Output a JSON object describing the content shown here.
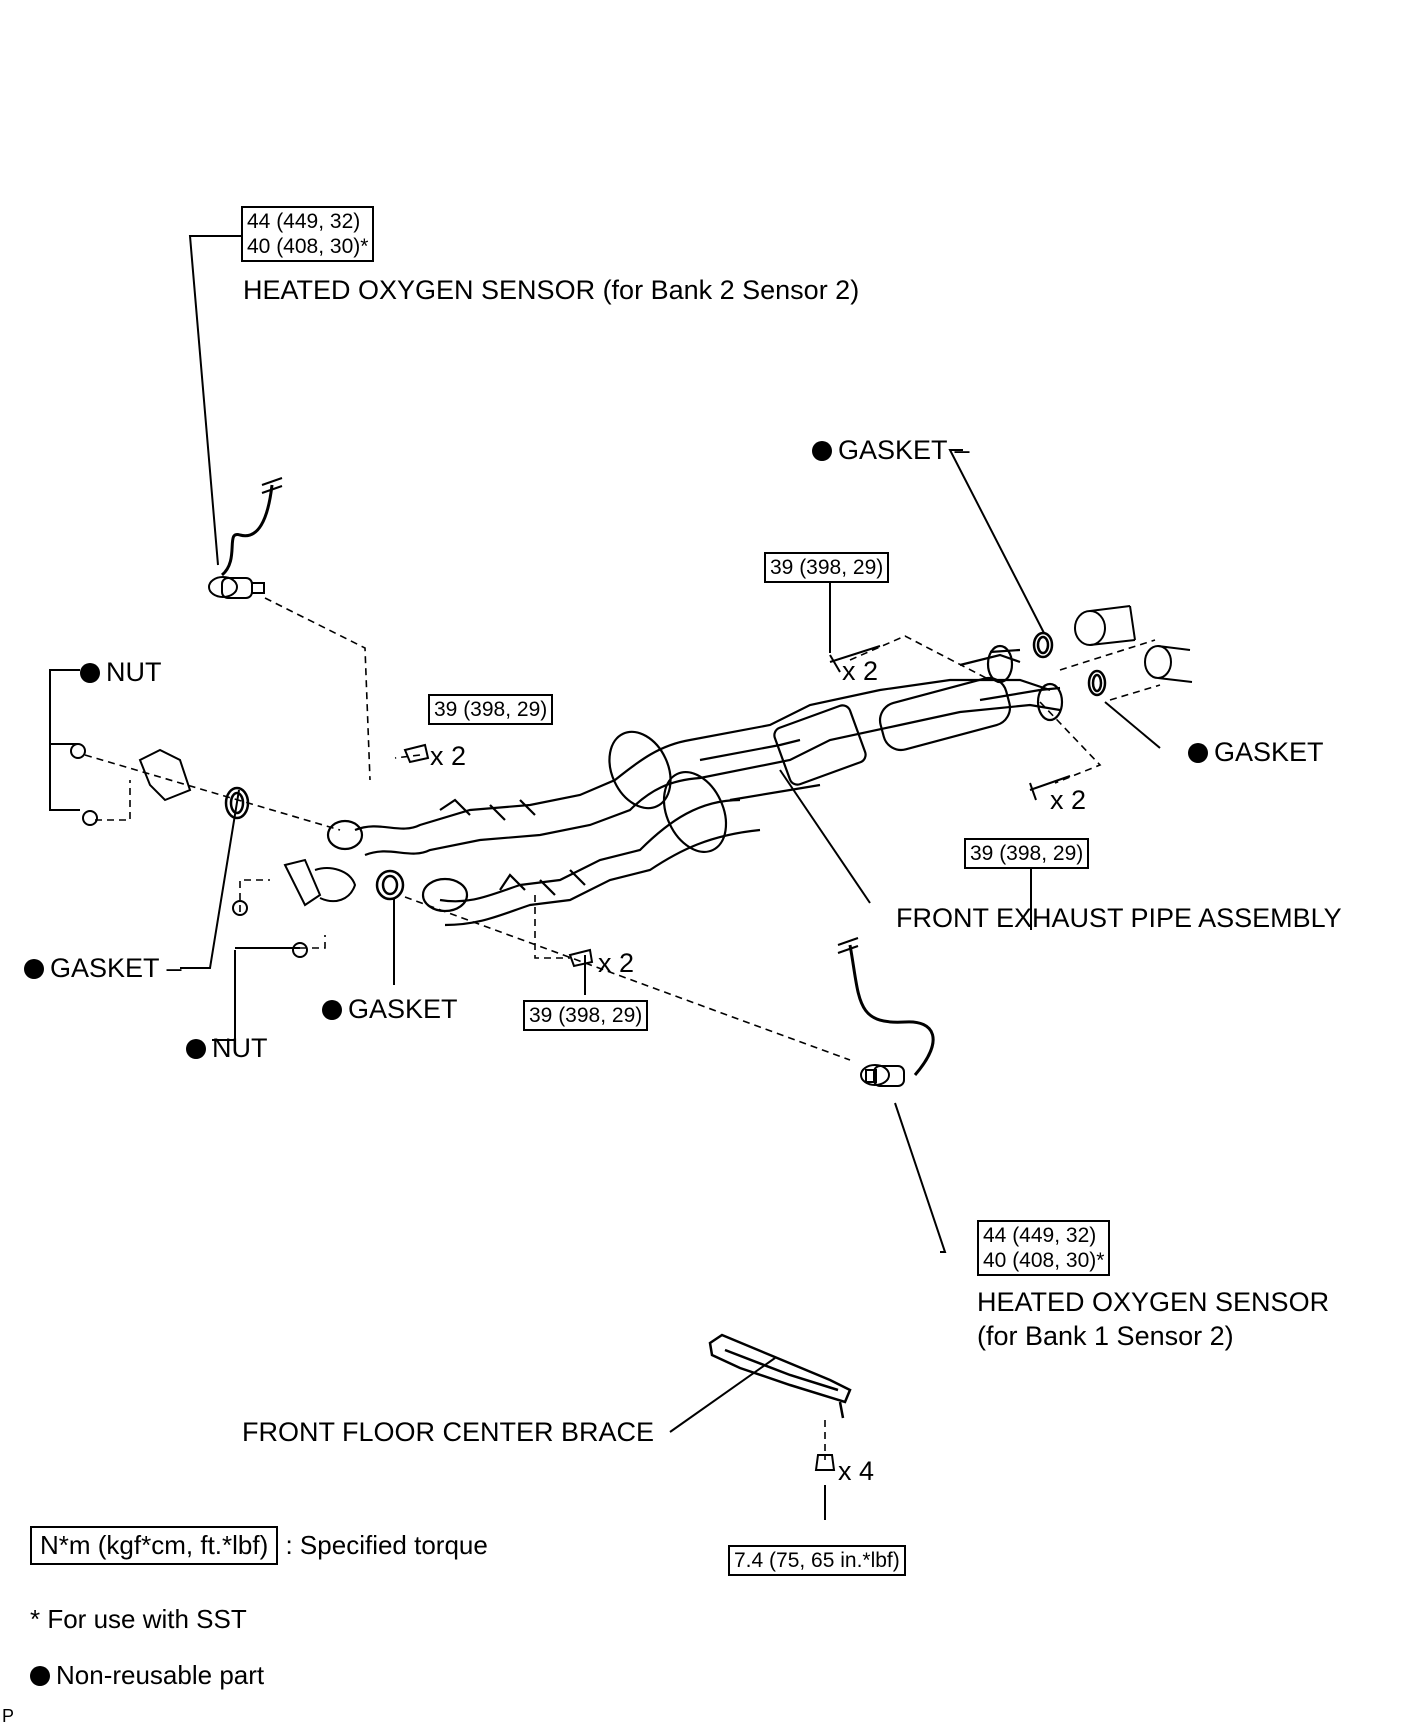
{
  "torque": {
    "sensor_bank2": [
      "44 (449, 32)",
      "40 (408, 30)*"
    ],
    "sensor_bank1": [
      "44 (449, 32)",
      "40 (408, 30)*"
    ],
    "upper_right_bolt": "39 (398, 29)",
    "left_upper_bolt": "39 (398, 29)",
    "right_lower_bolt": "39 (398, 29)",
    "left_lower_bolt": "39 (398, 29)",
    "brace_bolt": "7.4 (75, 65 in.*lbf)"
  },
  "labels": {
    "sensor_bank2": "HEATED OXYGEN SENSOR (for Bank 2 Sensor 2)",
    "sensor_bank1_line1": "HEATED OXYGEN SENSOR",
    "sensor_bank1_line2": "(for Bank 1 Sensor 2)",
    "gasket": "GASKET",
    "nut": "NUT",
    "front_exhaust_pipe": "FRONT EXHAUST PIPE ASSEMBLY",
    "front_floor_brace": "FRONT FLOOR CENTER BRACE"
  },
  "quantities": {
    "x2": "x 2",
    "x4": "x 4"
  },
  "legend": {
    "torque_unit": "N*m (kgf*cm, ft.*lbf)",
    "torque_desc": ": Specified torque",
    "sst_note": "* For use with SST",
    "non_reusable": "Non-reusable part"
  },
  "corner_mark": "P"
}
